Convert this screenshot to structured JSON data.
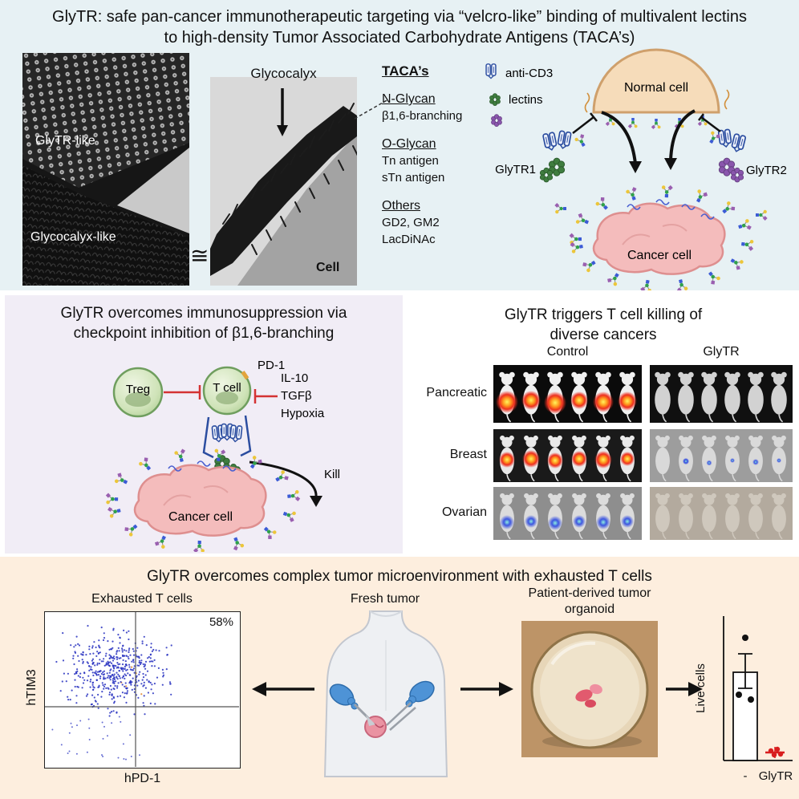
{
  "top": {
    "title": "GlyTR: safe pan-cancer immunotherapeutic targeting via “velcro-like” binding of multivalent lectins to high-density Tumor Associated Carbohydrate Antigens (TACA’s)",
    "velcro": {
      "glytr_like": "GlyTR-like",
      "glycocalyx_like": "Glycocalyx-like"
    },
    "approx_symbol": "≅",
    "micro": {
      "glycocalyx_label": "Glycocalyx",
      "cell_label": "Cell"
    },
    "taca": {
      "heading": "TACA’s",
      "groups": [
        {
          "name": "N-Glycan",
          "items": [
            "β1,6-branching"
          ]
        },
        {
          "name": "O-Glycan",
          "items": [
            "Tn antigen",
            "sTn antigen"
          ]
        },
        {
          "name": "Others",
          "items": [
            "GD2, GM2",
            "LacDiNAc"
          ]
        }
      ]
    },
    "legend": {
      "anti_cd3": "anti-CD3",
      "lectins": "lectins"
    },
    "normal_cell_label": "Normal cell",
    "glytr1_label": "GlyTR1",
    "glytr2_label": "GlyTR2",
    "cancer_cell_label": "Cancer cell"
  },
  "immunosuppression": {
    "title": "GlyTR overcomes immunosuppression via checkpoint inhibition of β1,6-branching",
    "treg_label": "Treg",
    "tcell_label": "T cell",
    "pd1_label": "PD-1",
    "suppressors": [
      "IL-10",
      "TGFβ",
      "Hypoxia"
    ],
    "kill_label": "Kill",
    "cancer_cell_label": "Cancer cell"
  },
  "killing": {
    "title": "GlyTR triggers T cell killing of diverse cancers",
    "columns": [
      "Control",
      "GlyTR"
    ],
    "rows": [
      "Pancreatic",
      "Breast",
      "Ovarian"
    ]
  },
  "bottom": {
    "title": "GlyTR overcomes complex tumor microenvironment with exhausted T cells",
    "flow": {
      "title": "Exhausted T cells",
      "percent": "58%",
      "ylabel": "hTIM3",
      "xlabel": "hPD-1"
    },
    "fresh_tumor_label": "Fresh tumor",
    "organoid_label": "Patient-derived tumor organoid",
    "bar": {
      "ylabel": "Live cells",
      "xlabels": [
        "-",
        "GlyTR"
      ]
    }
  },
  "palette": {
    "section_top_bg": "#e7f1f4",
    "section_checkpoint_bg": "#f1edf6",
    "section_bottom_bg": "#fdeede",
    "anti_cd3_blue": "#2b4da0",
    "lectin_green": "#3f7d3f",
    "lectin_purple": "#8a56ad",
    "cancer_cell_pink": "#f4bcbc",
    "normal_cell_tan": "#f6dcba",
    "inhibition_red": "#d43333"
  },
  "chart_data": [
    {
      "type": "scatter",
      "title": "Exhausted T cells",
      "xlabel": "hPD-1",
      "ylabel": "hTIM3",
      "annotations": [
        "58%"
      ],
      "description": "Flow cytometry dot plot of cells from fresh tumor; dense blue lymphocyte cloud straddling quadrant gates, 58% double-positive (hPD-1+/hTIM3+) exhausted T cells. No numeric axis ticks shown."
    },
    {
      "type": "bar",
      "categories": [
        "-",
        "GlyTR"
      ],
      "values": [
        62,
        2
      ],
      "error": [
        15,
        2
      ],
      "points": {
        "-": [
          88,
          47,
          44
        ],
        "GlyTR": [
          4,
          2,
          1,
          3
        ]
      },
      "ylabel": "Live cells",
      "units": "relative scale (axis unlabeled in figure)"
    }
  ]
}
